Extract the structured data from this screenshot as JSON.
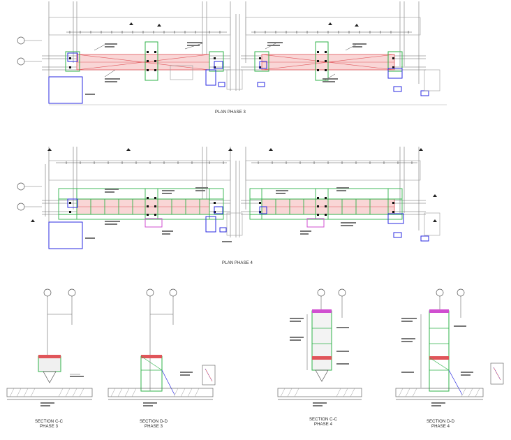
{
  "plans": [
    {
      "id": "phase3",
      "title": "PLAN PHASE 3",
      "note": ""
    },
    {
      "id": "phase4",
      "title": "PLAN PHASE 4",
      "note": ""
    }
  ],
  "sections": [
    {
      "id": "cc3",
      "title": "SECTION C-C",
      "phase": "PHASE 3"
    },
    {
      "id": "dd3",
      "title": "SECTION D-D",
      "phase": "PHASE 3"
    },
    {
      "id": "cc4",
      "title": "SECTION C-C",
      "phase": "PHASE 4"
    },
    {
      "id": "dd4",
      "title": "SECTION D-D",
      "phase": "PHASE 4"
    }
  ],
  "colors": {
    "linework": "#6b6b6b",
    "bracing": "#e0555a",
    "frame": "#2fb34a",
    "box": "#2a2ae0",
    "magenta": "#d04fd0",
    "hatch": "#9a9a9a"
  }
}
